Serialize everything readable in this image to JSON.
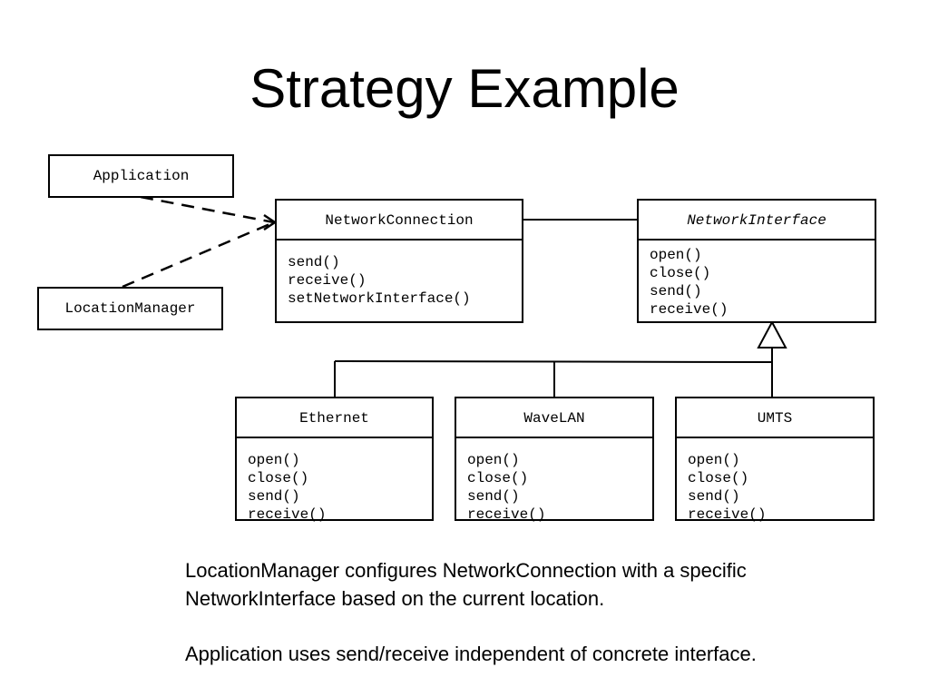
{
  "slide": {
    "title": "Strategy Example"
  },
  "classes": {
    "application": {
      "name": "Application"
    },
    "location_manager": {
      "name": "LocationManager"
    },
    "network_connection": {
      "name": "NetworkConnection",
      "operations": [
        "send()",
        "receive()",
        "setNetworkInterface()"
      ]
    },
    "network_interface": {
      "name": "NetworkInterface",
      "abstract": true,
      "operations": [
        "open()",
        "close()",
        "send()",
        "receive()"
      ]
    },
    "ethernet": {
      "name": "Ethernet",
      "operations": [
        "open()",
        "close()",
        "send()",
        "receive()"
      ]
    },
    "wavelan": {
      "name": "WaveLAN",
      "operations": [
        "open()",
        "close()",
        "send()",
        "receive()"
      ]
    },
    "umts": {
      "name": "UMTS",
      "operations": [
        "open()",
        "close()",
        "send()",
        "receive()"
      ]
    }
  },
  "captions": {
    "line1": "LocationManager configures NetworkConnection with a specific",
    "line2": "NetworkInterface based on the current location.",
    "line3": "Application uses send/receive independent of concrete interface."
  }
}
